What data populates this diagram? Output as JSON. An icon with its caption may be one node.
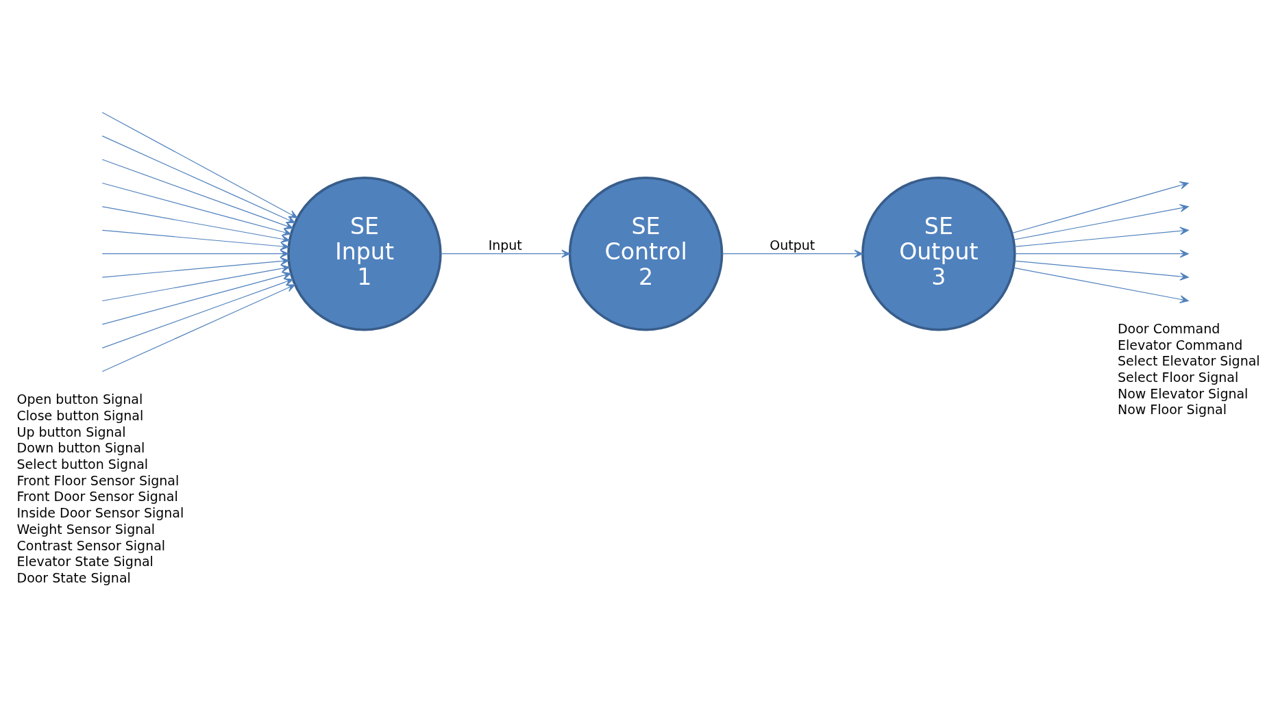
{
  "diagram": {
    "nodes": [
      {
        "text": [
          "SE Input 1"
        ]
      },
      {
        "text": [
          "SE Control 2"
        ]
      },
      {
        "text": [
          "SE Output 3"
        ]
      }
    ],
    "edges": [
      {
        "from": null,
        "to": 0,
        "arrow": "to"
      },
      {
        "from": null,
        "to": 0,
        "arrow": "to"
      },
      {
        "from": null,
        "to": 0,
        "arrow": "to"
      },
      {
        "from": null,
        "to": 0,
        "arrow": "to"
      },
      {
        "from": null,
        "to": 0,
        "arrow": "to"
      },
      {
        "from": null,
        "to": 0,
        "arrow": "to"
      },
      {
        "from": null,
        "to": 0,
        "arrow": "to"
      },
      {
        "from": null,
        "to": 0,
        "arrow": "to"
      },
      {
        "from": null,
        "to": 0,
        "arrow": "to"
      },
      {
        "from": null,
        "to": 0,
        "arrow": "to"
      },
      {
        "from": null,
        "to": 0,
        "arrow": "to"
      },
      {
        "from": null,
        "to": 0,
        "arrow": "to"
      },
      {
        "from": 0,
        "to": 1,
        "arrow": "to",
        "label": "Input"
      },
      {
        "from": 1,
        "to": 2,
        "arrow": "to",
        "label": "Output"
      },
      {
        "from": 2,
        "to": null,
        "arrow": "to"
      },
      {
        "from": 2,
        "to": null,
        "arrow": "to"
      },
      {
        "from": 2,
        "to": null,
        "arrow": "to"
      },
      {
        "from": 2,
        "to": null,
        "arrow": "to"
      },
      {
        "from": 2,
        "to": null,
        "arrow": "to"
      },
      {
        "from": 2,
        "to": null,
        "arrow": "to"
      }
    ],
    "labels": [
      "Open button Signal",
      "Close button Signal",
      "Up button Signal",
      "Down button Signal",
      "Select button Signal",
      "Front Floor Sensor Signal",
      "Front Door Sensor Signal",
      "Inside Door Sensor Signal",
      "Weight Sensor Signal",
      "Contrast Sensor Signal",
      "Elevator State Signal",
      "Door State Signal",
      "Door Command",
      "Elevator Command",
      "Select Elevator Signal",
      "Select Floor Signal",
      "Now Elevator Signal",
      "Now Floor Signal"
    ]
  }
}
